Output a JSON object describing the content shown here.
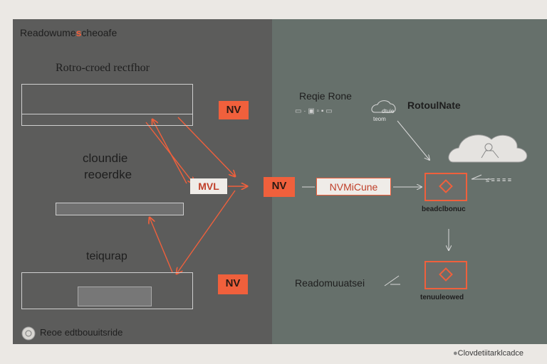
{
  "left": {
    "header": "Readowume",
    "header_accent": "s",
    "header_suffix": "cheoafe",
    "title": "Rotro-croed rectfhor",
    "middle_label_line1": "cloundie",
    "middle_label_line2": "reoerdke",
    "lower_label": "teiqurap",
    "footer": "Reoe edtbouuitsride",
    "badge_top": "NV",
    "badge_middle": "MVL",
    "badge_bottom": "NV"
  },
  "center": {
    "bridge_badge": "NV",
    "service_label": "NVMiCune"
  },
  "right": {
    "legend_title": "Reqie Rone",
    "legend_row": "▭ · ▣ ▫ ▪ ▭",
    "cloud_title": "RotoulNate",
    "cloud_badge_text": "dtuie",
    "cloud_caption": "teom",
    "callout_text": "≤ ≡ ≡ ≡ ≡",
    "node_top_label": "beadclbonuc",
    "node_bottom_label": "tenuuleowed",
    "bottom_left_label": "Readomuuatsei"
  },
  "footer_brand": "Clovdetiitarklcadce",
  "colors": {
    "accent": "#f0603c",
    "left_panel": "#5c5c5b",
    "right_panel": "#66706b"
  }
}
